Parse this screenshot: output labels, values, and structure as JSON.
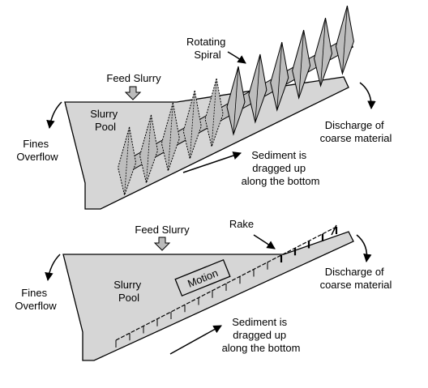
{
  "colors": {
    "pool_fill": "#d6d6d6",
    "spiral_fill": "#bdbdbd",
    "line": "#000000",
    "arrow": "#000000"
  },
  "top_diagram": {
    "rotating_spiral_line1": "Rotating",
    "rotating_spiral_line2": "Spiral",
    "feed_slurry": "Feed Slurry",
    "slurry_pool_line1": "Slurry",
    "slurry_pool_line2": "Pool",
    "fines_overflow_line1": "Fines",
    "fines_overflow_line2": "Overflow",
    "discharge_line1": "Discharge of",
    "discharge_line2": "coarse material",
    "sediment_line1": "Sediment is",
    "sediment_line2": "dragged up",
    "sediment_line3": "along the bottom"
  },
  "bottom_diagram": {
    "rake": "Rake",
    "feed_slurry": "Feed Slurry",
    "motion": "Motion",
    "slurry_pool_line1": "Slurry",
    "slurry_pool_line2": "Pool",
    "fines_overflow_line1": "Fines",
    "fines_overflow_line2": "Overflow",
    "discharge_line1": "Discharge of",
    "discharge_line2": "coarse material",
    "sediment_line1": "Sediment is",
    "sediment_line2": "dragged up",
    "sediment_line3": "along the bottom"
  }
}
